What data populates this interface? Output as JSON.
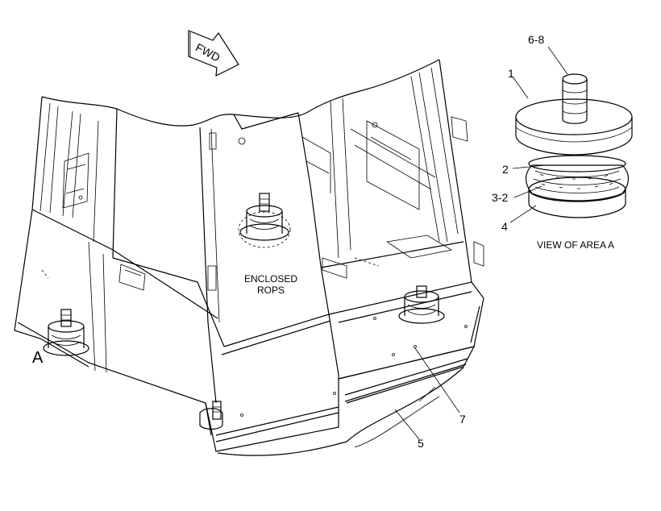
{
  "diagram": {
    "arrow_label": "FWD",
    "body_label_line1": "ENCLOSED",
    "body_label_line2": "ROPS",
    "area_marker": "A",
    "view_caption": "VIEW OF AREA A",
    "callouts": {
      "c68": "6-8",
      "c1": "1",
      "c2": "2",
      "c32": "3-2",
      "c4": "4",
      "c7": "7",
      "c5": "5"
    }
  }
}
